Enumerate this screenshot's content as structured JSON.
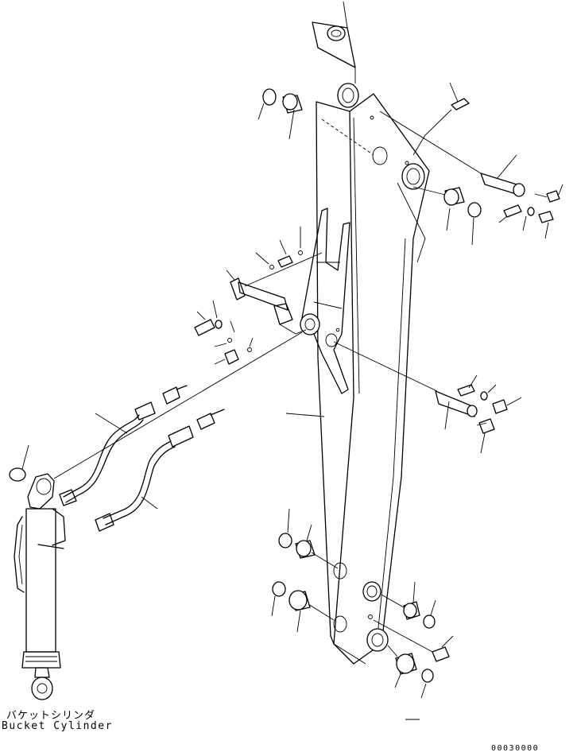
{
  "callout_labels": {
    "jp": "バケットシリンダ",
    "en": "Bucket Cylinder"
  },
  "drawing_code": "00030000"
}
